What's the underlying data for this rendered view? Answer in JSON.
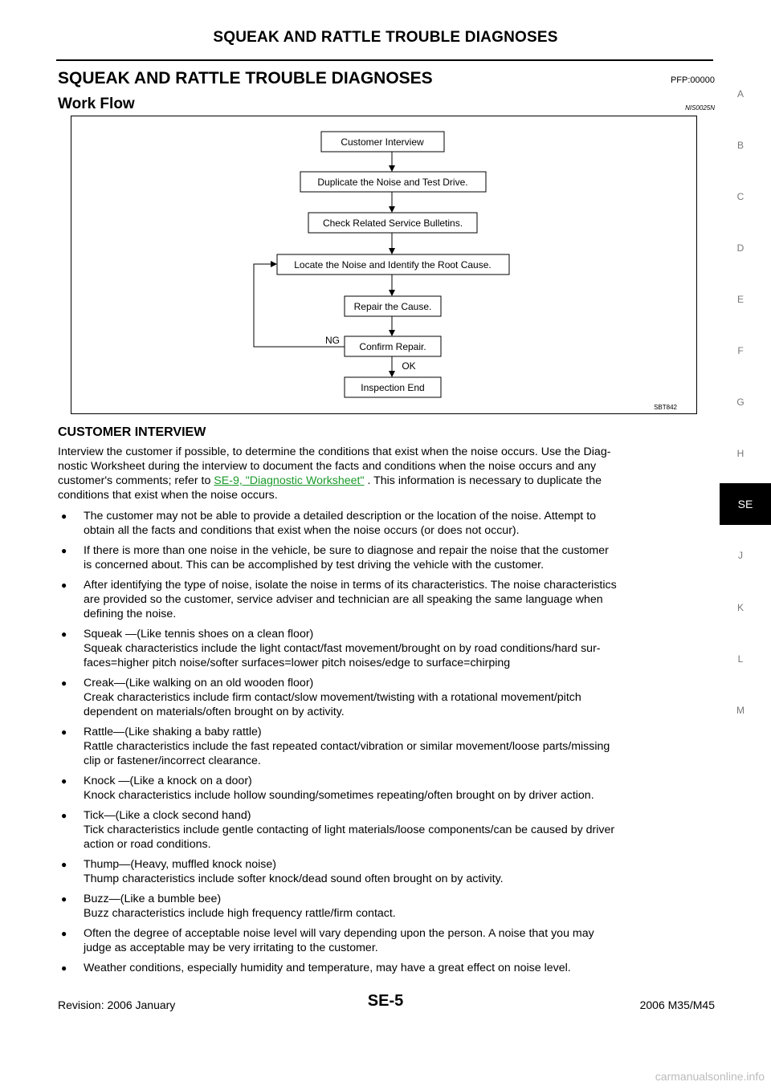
{
  "header": {
    "title": "SQUEAK AND RATTLE TROUBLE DIAGNOSES"
  },
  "section": {
    "title": "SQUEAK AND RATTLE TROUBLE DIAGNOSES",
    "code": "PFP:00000"
  },
  "workflow": {
    "title": "Work Flow",
    "code": "NIS0025N",
    "figure_code": "SBT842",
    "steps": [
      "Customer Interview",
      "Duplicate the Noise and Test Drive.",
      "Check Related Service Bulletins.",
      "Locate the Noise and Identify the Root Cause.",
      "Repair the Cause.",
      "Confirm Repair.",
      "Inspection End"
    ],
    "ng_label": "NG",
    "ok_label": "OK"
  },
  "customer_interview": {
    "heading": "CUSTOMER INTERVIEW",
    "intro_l1": "Interview the customer if possible, to determine the conditions that exist when the noise occurs. Use the Diag-",
    "intro_l2": "nostic Worksheet during the interview to document the facts and conditions when the noise occurs and any",
    "intro_l3a": "customer's comments; refer to ",
    "intro_link": "SE-9, \"Diagnostic Worksheet\"",
    "intro_l3b": " . This information is necessary to duplicate the",
    "intro_l4": "conditions that exist when the noise occurs.",
    "bullets": [
      [
        "The customer may not be able to provide a detailed description or the location of the noise. Attempt to",
        "obtain all the facts and conditions that exist when the noise occurs (or does not occur)."
      ],
      [
        "If there is more than one noise in the vehicle, be sure to diagnose and repair the noise that the customer",
        "is concerned about. This can be accomplished by test driving the vehicle with the customer."
      ],
      [
        "After identifying the type of noise, isolate the noise in terms of its characteristics. The noise characteristics",
        "are provided so the customer, service adviser and technician are all speaking the same language when",
        "defining the noise."
      ],
      [
        "Squeak —(Like tennis shoes on a clean floor)",
        "Squeak characteristics include the light contact/fast movement/brought on by road conditions/hard sur-",
        "faces=higher pitch noise/softer surfaces=lower pitch noises/edge to surface=chirping"
      ],
      [
        "Creak—(Like walking on an old wooden floor)",
        "Creak characteristics include firm contact/slow movement/twisting with a rotational movement/pitch",
        "dependent on materials/often brought on by activity."
      ],
      [
        "Rattle—(Like shaking a baby rattle)",
        "Rattle characteristics include the fast repeated contact/vibration or similar movement/loose parts/missing",
        "clip or fastener/incorrect clearance."
      ],
      [
        "Knock —(Like a knock on a door)",
        "Knock characteristics include hollow sounding/sometimes repeating/often brought on by driver action."
      ],
      [
        "Tick—(Like a clock second hand)",
        "Tick characteristics include gentle contacting of light materials/loose components/can be caused by driver",
        "action or road conditions."
      ],
      [
        "Thump—(Heavy, muffled knock noise)",
        "Thump characteristics include softer knock/dead sound often brought on by activity."
      ],
      [
        "Buzz—(Like a bumble bee)",
        "Buzz characteristics include high frequency rattle/firm contact."
      ],
      [
        "Often the degree of acceptable noise level will vary depending upon the person. A noise that you may",
        "judge as acceptable may be very irritating to the customer."
      ],
      [
        "Weather conditions, especially humidity and temperature, may have a great effect on noise level."
      ]
    ]
  },
  "section_tabs": [
    "A",
    "B",
    "C",
    "D",
    "E",
    "F",
    "G",
    "H",
    "SE",
    "J",
    "K",
    "L",
    "M"
  ],
  "active_tab": "SE",
  "footer": {
    "revision": "Revision: 2006 January",
    "page": "SE-5",
    "model": "2006 M35/M45"
  },
  "watermark": "carmanualsonline.info"
}
